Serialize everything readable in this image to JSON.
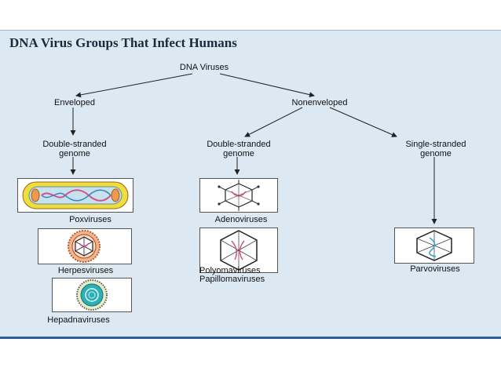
{
  "title": "DNA Virus Groups That Infect Humans",
  "root": "DNA Viruses",
  "branches": {
    "enveloped": "Enveloped",
    "nonenveloped": "Nonenveloped"
  },
  "genome": {
    "enveloped_ds": [
      "Double-stranded",
      "genome"
    ],
    "nonenveloped_ds": [
      "Double-stranded",
      "genome"
    ],
    "nonenveloped_ss": [
      "Single-stranded",
      "genome"
    ]
  },
  "viruses": {
    "poxviruses": "Poxviruses",
    "herpesviruses": "Herpesviruses",
    "hepadnaviruses": "Hepadnaviruses",
    "adenoviruses": "Adenoviruses",
    "polyomaviruses": "Polyomaviruses",
    "papillomaviruses": "Papillomaviruses",
    "parvoviruses": "Parvoviruses"
  },
  "colors": {
    "panel": "#dce9f3",
    "footer_rule": "#2f5d96",
    "pox_capsule": "#f3dc3e",
    "herpes_ring": "#e98a60",
    "hepadna_core": "#2bb0b5"
  }
}
